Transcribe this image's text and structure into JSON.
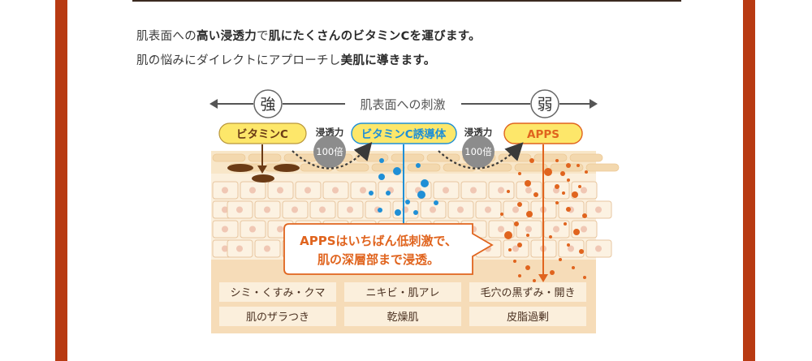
{
  "intro": {
    "line1": [
      {
        "text": "肌表面への",
        "bold": false
      },
      {
        "text": "高い浸透力",
        "bold": true
      },
      {
        "text": "で",
        "bold": false
      },
      {
        "text": "肌にたくさんのビタミンCを運びます。",
        "bold": true
      }
    ],
    "line2": [
      {
        "text": "肌の悩みにダイレクトにアプローチし",
        "bold": false
      },
      {
        "text": "美肌に導きます。",
        "bold": true
      }
    ]
  },
  "diagram": {
    "scale": {
      "strong": "強",
      "label": "肌表面への刺激",
      "weak": "弱"
    },
    "ingredients": {
      "vitc": "ビタミンC",
      "deriv": "ビタミンC誘導体",
      "apps": "APPS"
    },
    "penetration": {
      "label": "浸透力",
      "multiplier": "100倍"
    },
    "callout": {
      "line1": "APPSはいちばん低刺激で、",
      "line2": "肌の深層部まで浸透。"
    },
    "concerns": [
      [
        "シミ・くすみ・クマ",
        "ニキビ・肌アレ",
        "毛穴の黒ずみ・開き"
      ],
      [
        "肌のザラつき",
        "乾燥肌",
        "皮脂過剰"
      ]
    ],
    "colors": {
      "border": "#b83a12",
      "skin_light": "#fbefdc",
      "skin_mid": "#f6dcb8",
      "cell_border": "#e7c6a0",
      "cell_nucleus": "#f0c7b4",
      "yellow_badge": "#fde76a",
      "blue": "#1f8fd6",
      "orange": "#e0641e",
      "brown": "#6b3b16",
      "gray_circle": "#8c8c8c"
    }
  }
}
